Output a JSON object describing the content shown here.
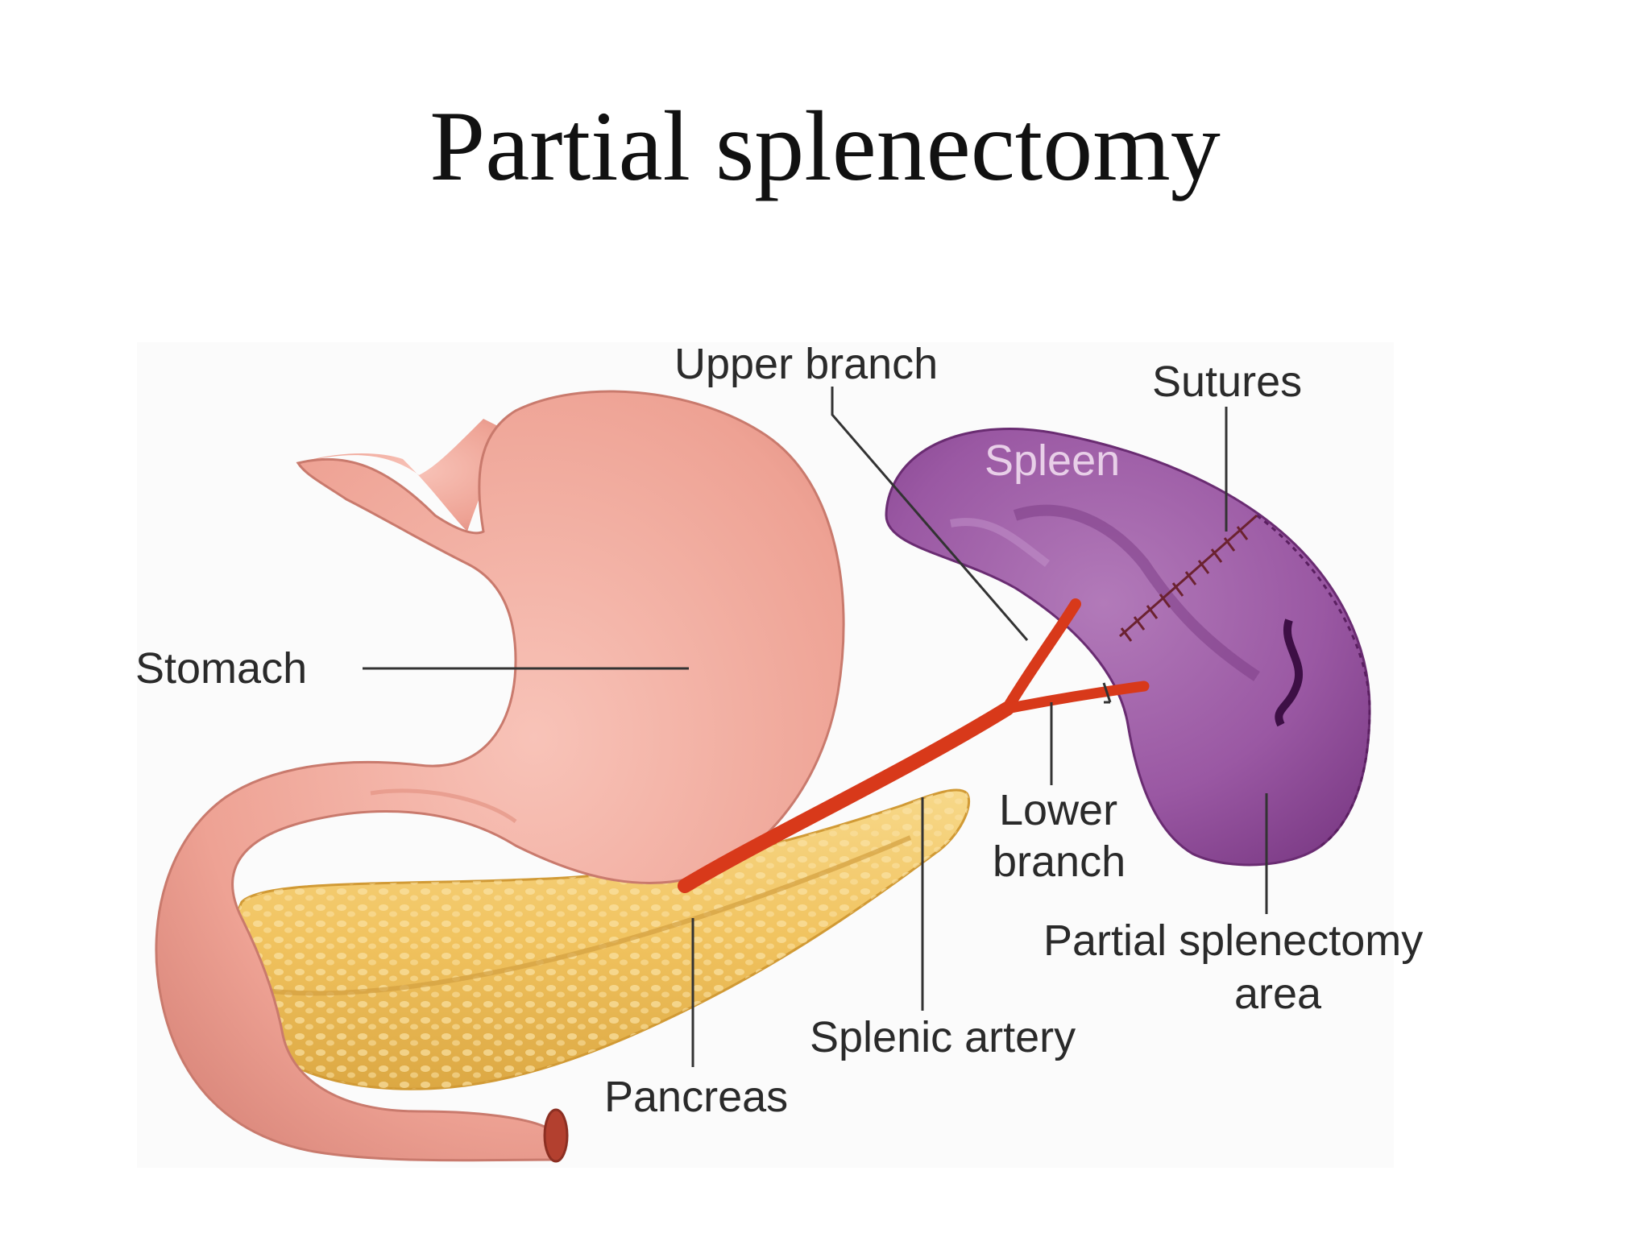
{
  "title": "Partial splenectomy",
  "labels": {
    "upper_branch": "Upper branch",
    "sutures": "Sutures",
    "spleen": "Spleen",
    "stomach": "Stomach",
    "lower_branch_line1": "Lower",
    "lower_branch_line2": "branch",
    "partial_area_line1": "Partial splenectomy",
    "partial_area_line2": "area",
    "splenic_artery": "Splenic artery",
    "pancreas": "Pancreas"
  },
  "colors": {
    "stomach": "#f0aa9e",
    "stomach_shade": "#d98678",
    "pancreas": "#f3c766",
    "pancreas_shade": "#dba73e",
    "spleen": "#9b57a2",
    "spleen_light": "#b67cbd",
    "spleen_dark": "#6e2f78",
    "artery": "#e0421f",
    "suture": "#7a2a2a"
  }
}
